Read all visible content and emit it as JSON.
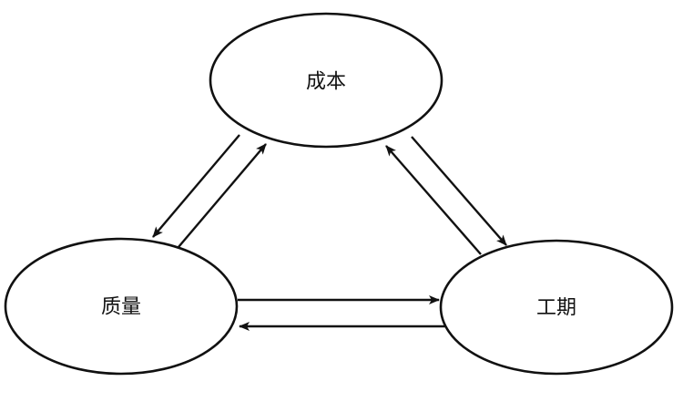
{
  "diagram": {
    "type": "triangle-relationship",
    "nodes": {
      "cost": {
        "label": "成本"
      },
      "quality": {
        "label": "质量"
      },
      "schedule": {
        "label": "工期"
      }
    },
    "edges": [
      {
        "from": "cost",
        "to": "quality"
      },
      {
        "from": "quality",
        "to": "cost"
      },
      {
        "from": "cost",
        "to": "schedule"
      },
      {
        "from": "schedule",
        "to": "cost"
      },
      {
        "from": "quality",
        "to": "schedule"
      },
      {
        "from": "schedule",
        "to": "quality"
      }
    ]
  }
}
